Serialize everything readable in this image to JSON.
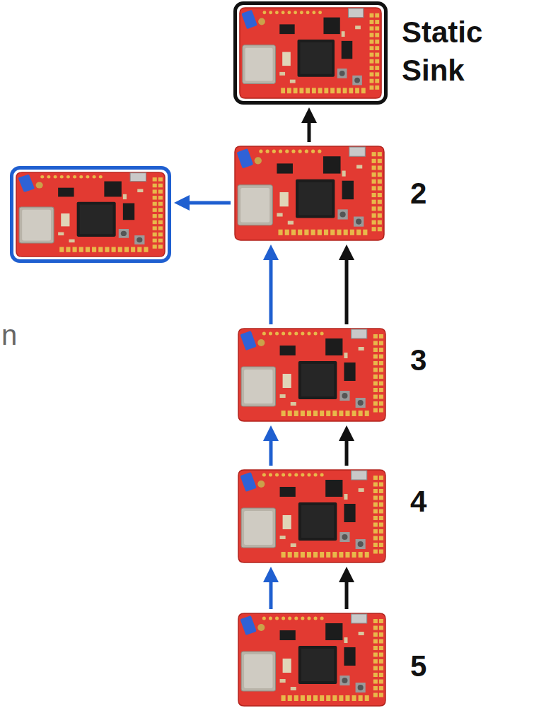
{
  "diagram": {
    "nodes": [
      {
        "text": [
          "Static Sink"
        ]
      },
      {
        "text": []
      },
      {
        "text": [
          "2"
        ]
      },
      {
        "text": [
          "3"
        ]
      },
      {
        "text": [
          "4"
        ]
      },
      {
        "text": [
          "5"
        ]
      }
    ],
    "edges": [
      {
        "from": 2,
        "to": 0,
        "arrow": "to"
      },
      {
        "from": 2,
        "to": 1,
        "arrow": "to"
      },
      {
        "from": 3,
        "to": 2,
        "arrow": "to"
      },
      {
        "from": 3,
        "to": 2,
        "arrow": "to"
      },
      {
        "from": 4,
        "to": 3,
        "arrow": "to"
      },
      {
        "from": 4,
        "to": 3,
        "arrow": "to"
      },
      {
        "from": 5,
        "to": 4,
        "arrow": "to"
      },
      {
        "from": 5,
        "to": 4,
        "arrow": "to"
      }
    ],
    "labels": [
      "n"
    ]
  }
}
